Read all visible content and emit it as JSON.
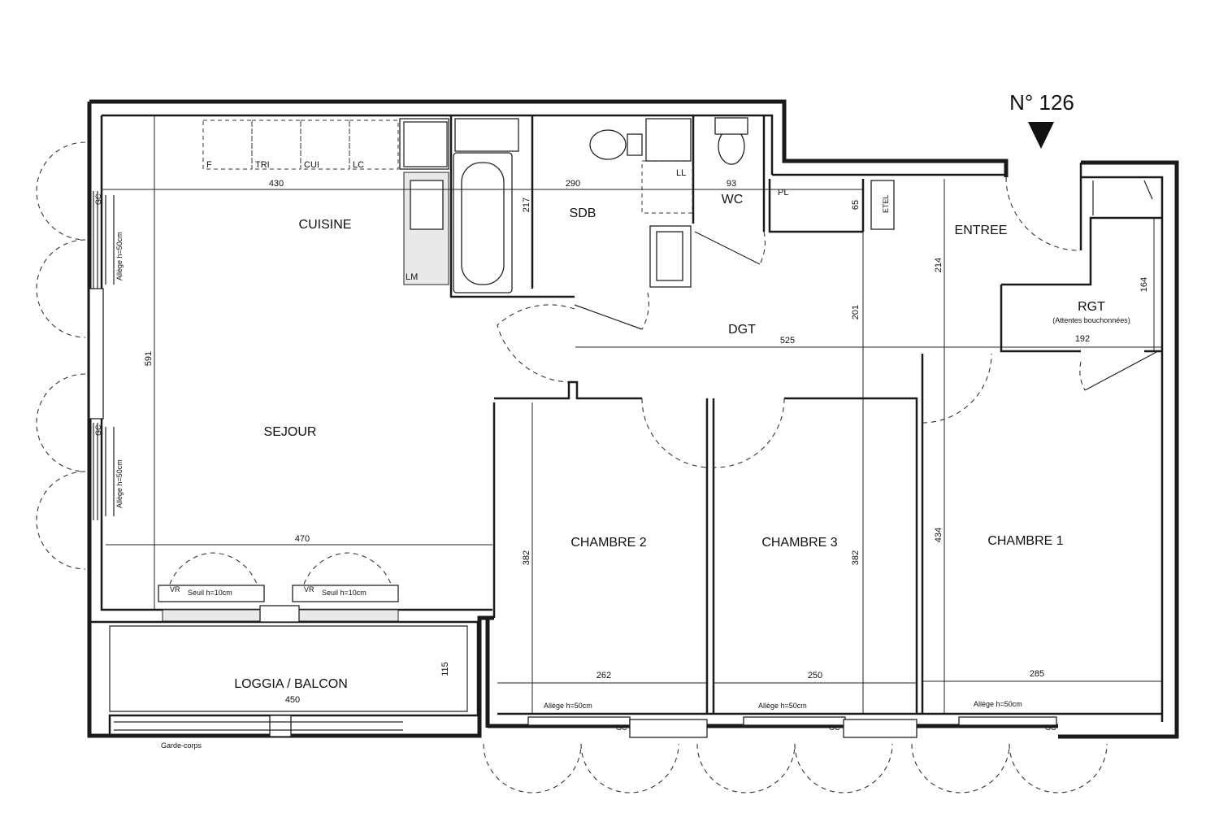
{
  "plan": {
    "unit_number": "N° 126",
    "rooms": {
      "cuisine": "CUISINE",
      "sdb": "SDB",
      "wc": "WC",
      "entree": "ENTREE",
      "rgt": "RGT",
      "rgt_note": "(Attentes bouchonnées)",
      "dgt": "DGT",
      "sejour": "SEJOUR",
      "chambre1": "CHAMBRE 1",
      "chambre2": "CHAMBRE 2",
      "chambre3": "CHAMBRE 3",
      "loggia": "LOGGIA / BALCON"
    },
    "appliances": {
      "f": "F",
      "tri": "TRI",
      "cui": "CUI",
      "lc": "LC",
      "ll": "LL",
      "lm": "LM",
      "pl": "PL",
      "etel": "ETEL",
      "gc": "GC",
      "vr": "VR"
    },
    "dimensions": {
      "cuisine_width": "430",
      "sdb_width": "290",
      "wc_width": "93",
      "sdb_depth": "217",
      "pl_depth": "65",
      "entree_depth": "214",
      "rgt_depth": "164",
      "dgt_depth": "201",
      "dgt_width": "525",
      "rgt_width": "192",
      "sejour_depth": "591",
      "sejour_width": "470",
      "chambre2_depth": "382",
      "chambre3_depth": "382",
      "chambre1_depth": "434",
      "chambre2_width": "262",
      "chambre3_width": "250",
      "chambre1_width": "285",
      "loggia_depth": "115",
      "loggia_width": "450"
    },
    "notes": {
      "allege": "Allège h=50cm",
      "seuil": "Seuil h=10cm",
      "garde_corps": "Garde-corps"
    }
  }
}
